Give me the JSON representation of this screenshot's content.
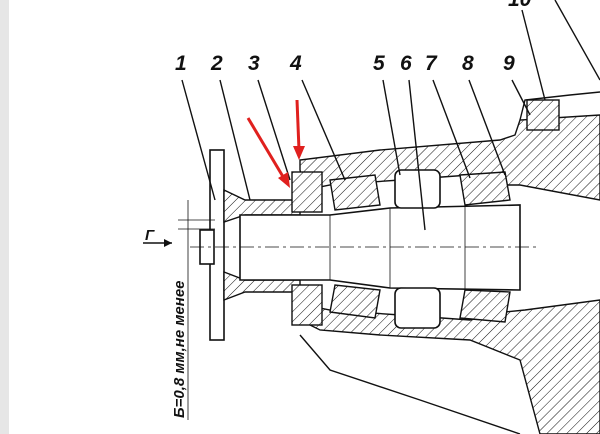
{
  "callouts": [
    "1",
    "2",
    "3",
    "4",
    "5",
    "6",
    "7",
    "8",
    "9",
    "10"
  ],
  "view_label": "Г",
  "dimension_note": "Б=0,8 мм,не менее",
  "annotation_color": "#e0201e"
}
